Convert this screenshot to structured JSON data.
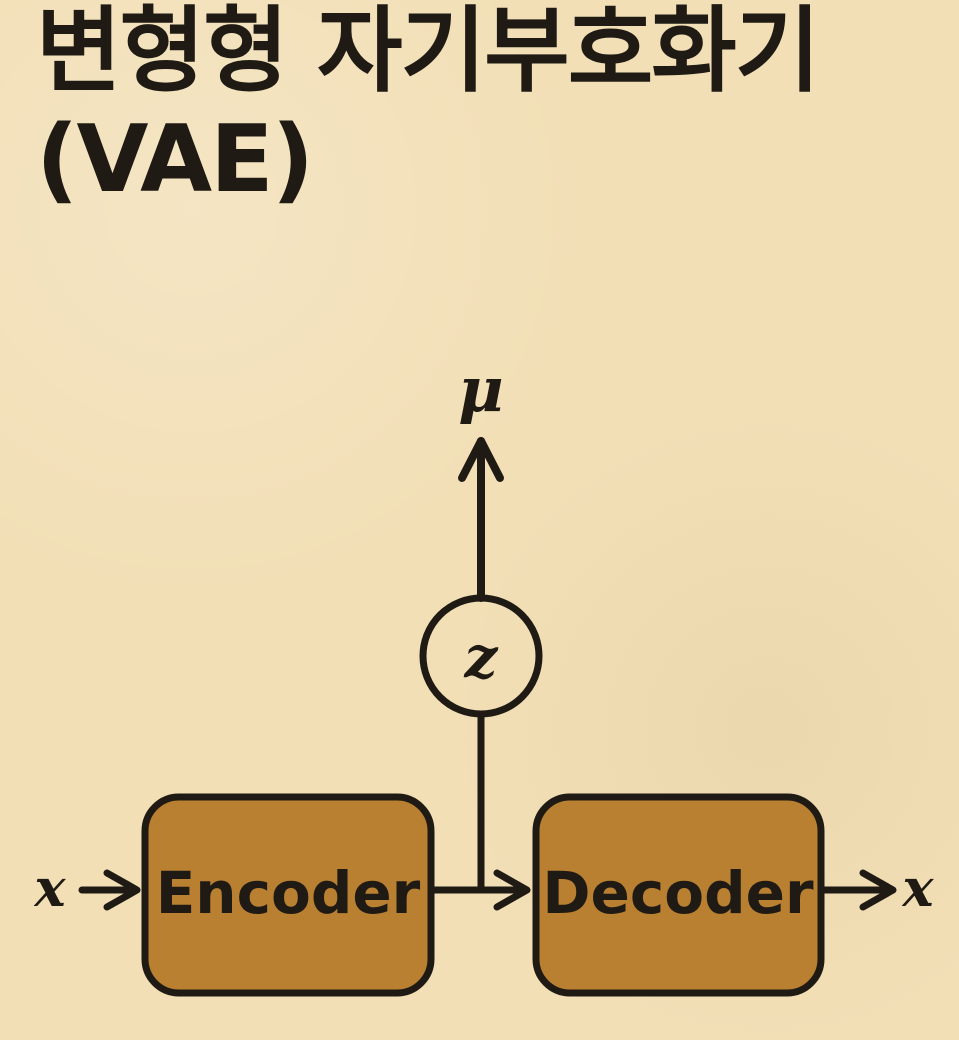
{
  "title": {
    "line1": "변형형 자기부호화기",
    "line2": "(VAE)"
  },
  "diagram": {
    "input_label": "x",
    "encoder_label": "Encoder",
    "latent_label": "z",
    "mu_label": "μ",
    "decoder_label": "Decoder",
    "output_label": "x"
  },
  "colors": {
    "background": "#f2dfb6",
    "box_fill": "#b98032",
    "ink": "#1f1b14"
  }
}
